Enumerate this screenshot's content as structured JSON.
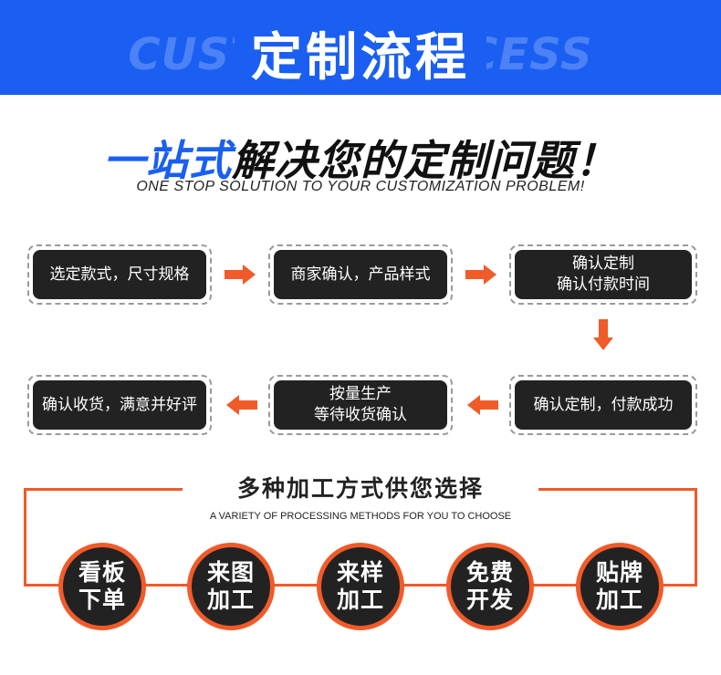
{
  "banner": {
    "title": "定制流程",
    "background_text": "CUSTOM PROCESS",
    "color": "#1a5ff2"
  },
  "slogan": {
    "highlight": "一站式",
    "rest": "解决您的定制问题！",
    "english": "ONE STOP SOLUTION TO YOUR CUSTOMIZATION PROBLEM!"
  },
  "steps": [
    {
      "line1": "选定款式，尺寸规格",
      "line2": ""
    },
    {
      "line1": "商家确认，产品样式",
      "line2": ""
    },
    {
      "line1": "确认定制",
      "line2": "确认付款时间"
    },
    {
      "line1": "确认定制，付款成功",
      "line2": ""
    },
    {
      "line1": "按量生产",
      "line2": "等待收货确认"
    },
    {
      "line1": "确认收货，满意并好评",
      "line2": ""
    }
  ],
  "methods": {
    "title": "多种加工方式供您选择",
    "subtitle": "A VARIETY OF PROCESSING METHODS FOR YOU TO CHOOSE",
    "items": [
      {
        "line1": "看板",
        "line2": "下单"
      },
      {
        "line1": "来图",
        "line2": "加工"
      },
      {
        "line1": "来样",
        "line2": "加工"
      },
      {
        "line1": "免费",
        "line2": "开发"
      },
      {
        "line1": "贴牌",
        "line2": "加工"
      }
    ]
  },
  "colors": {
    "accent_orange": "#f15a29",
    "box_dark": "#222222",
    "brand_blue": "#1a5ff2"
  },
  "icons": [
    "arrow-right-icon",
    "arrow-down-icon",
    "arrow-left-icon"
  ]
}
